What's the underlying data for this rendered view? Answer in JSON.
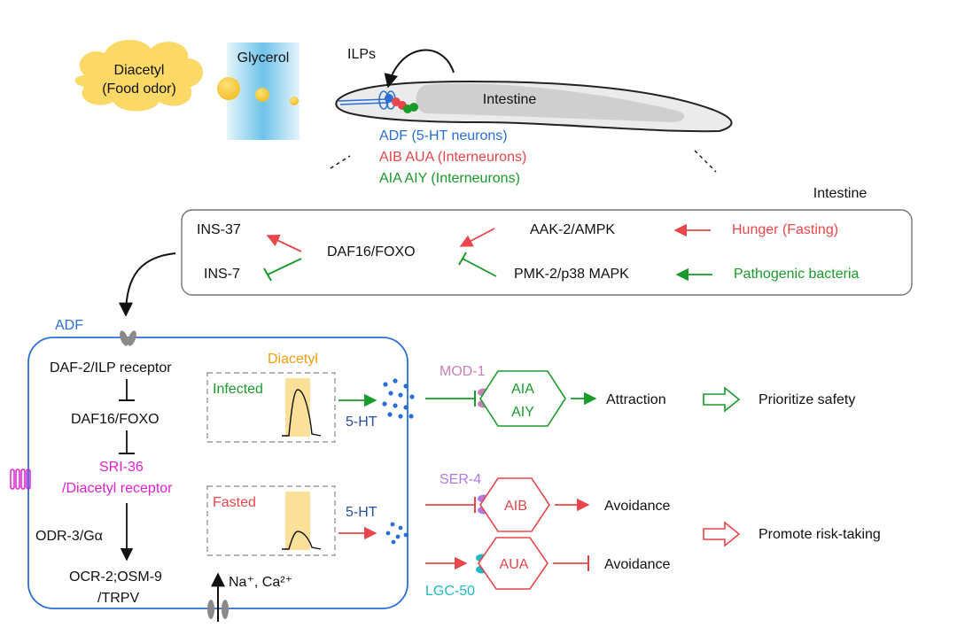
{
  "colors": {
    "blue": "#2a6fd6",
    "red": "#e8464a",
    "green": "#1a9a2a",
    "orange": "#f39c12",
    "magenta": "#e21fd2",
    "pink": "#c97fb8",
    "purple": "#b07be0",
    "cyan": "#1fb8c4",
    "cloud": "#fcd867",
    "glycerol": "#6ec3ea",
    "highlight": "#fbe09a"
  },
  "top": {
    "diacetyl_line1": "Diacetyl",
    "diacetyl_line2": "(Food odor)",
    "glycerol": "Glycerol",
    "ilps": "ILPs",
    "intestine": "Intestine",
    "adf": "ADF (5-HT neurons)",
    "aib_aua": "AIB AUA (Interneurons)",
    "aia_aiy": "AIA AIY (Interneurons)"
  },
  "intestine_box": {
    "label": "Intestine",
    "ins37": "INS-37",
    "ins7": "INS-7",
    "daf16": "DAF16/FOXO",
    "aak2": "AAK-2/AMPK",
    "pmk2": "PMK-2/p38 MAPK",
    "hunger": "Hunger (Fasting)",
    "pathogen": "Pathogenic bacteria"
  },
  "adf_cell": {
    "label": "ADF",
    "daf2": "DAF-2/ILP receptor",
    "daf16": "DAF16/FOXO",
    "sri36_line1": "SRI-36",
    "sri36_line2": "/Diacetyl receptor",
    "odr3": "ODR-3/Gα",
    "ocr2_line1": "OCR-2;OSM-9",
    "ocr2_line2": "/TRPV",
    "ions": "Na⁺, Ca²⁺",
    "diacetyl": "Diacetyl",
    "infected": "Infected",
    "fasted": "Fasted"
  },
  "circuit": {
    "serotonin_top": "5-HT",
    "serotonin_bottom": "5-HT",
    "mod1": "MOD-1",
    "ser4": "SER-4",
    "lgc50": "LGC-50",
    "aia": "AIA",
    "aiy": "AIY",
    "aib": "AIB",
    "aua": "AUA",
    "attraction": "Attraction",
    "avoidance_1": "Avoidance",
    "avoidance_2": "Avoidance",
    "prioritize": "Prioritize safety",
    "risk": "Promote risk-taking"
  }
}
